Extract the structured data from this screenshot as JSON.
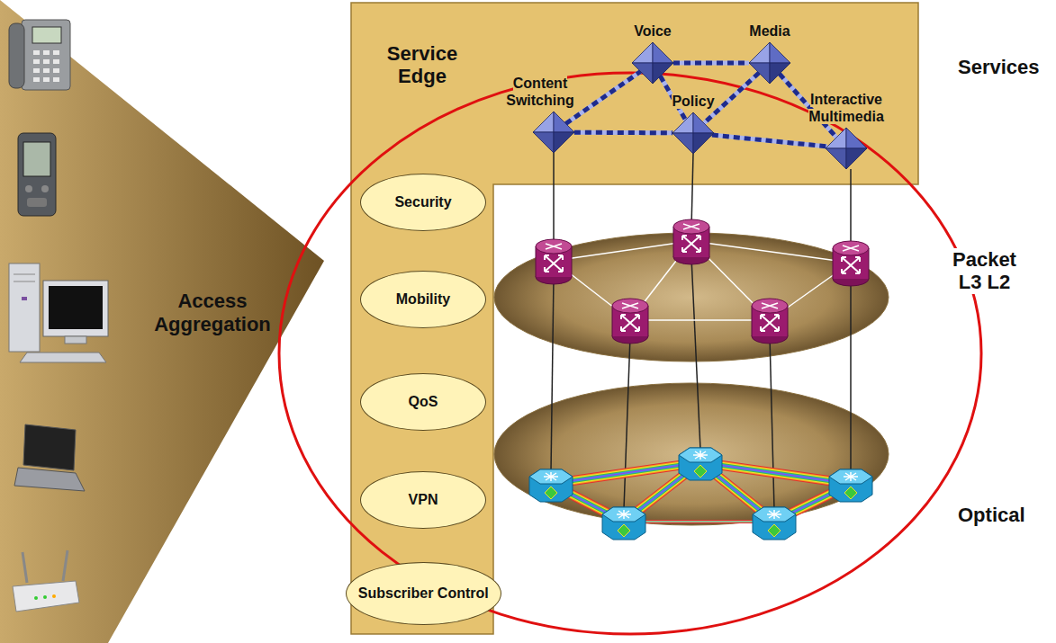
{
  "diagram": {
    "nodes": [
      {
        "text": [
          "Service Edge"
        ]
      },
      {
        "text": [
          "Security"
        ],
        "in": 0
      },
      {
        "text": [
          "Mobility"
        ],
        "in": 0
      },
      {
        "text": [
          "QoS"
        ],
        "in": 0
      },
      {
        "text": [
          "VPN"
        ],
        "in": 0
      },
      {
        "text": [
          "Subscriber Control"
        ],
        "in": 0
      },
      {
        "text": [
          "Services"
        ]
      },
      {
        "text": [
          "Content Switching"
        ],
        "in": 6
      },
      {
        "text": [
          "Voice"
        ],
        "in": 6
      },
      {
        "text": [
          "Media"
        ],
        "in": 6
      },
      {
        "text": [
          "Policy"
        ],
        "in": 6
      },
      {
        "text": [
          "Interactive Multimedia"
        ],
        "in": 6
      },
      {
        "text": [
          "Packet L3 L2"
        ]
      },
      {
        "text": [
          "Optical"
        ]
      }
    ],
    "edges": [
      {
        "from": 7,
        "to": 8,
        "arrow": "none"
      },
      {
        "from": 8,
        "to": 9,
        "arrow": "none"
      },
      {
        "from": 8,
        "to": 10,
        "arrow": "none"
      },
      {
        "from": 9,
        "to": 10,
        "arrow": "none"
      },
      {
        "from": 7,
        "to": 10,
        "arrow": "none"
      },
      {
        "from": 10,
        "to": 11,
        "arrow": "none"
      },
      {
        "from": 9,
        "to": 11,
        "arrow": "none"
      }
    ],
    "labels": [
      "Access Aggregation"
    ]
  }
}
